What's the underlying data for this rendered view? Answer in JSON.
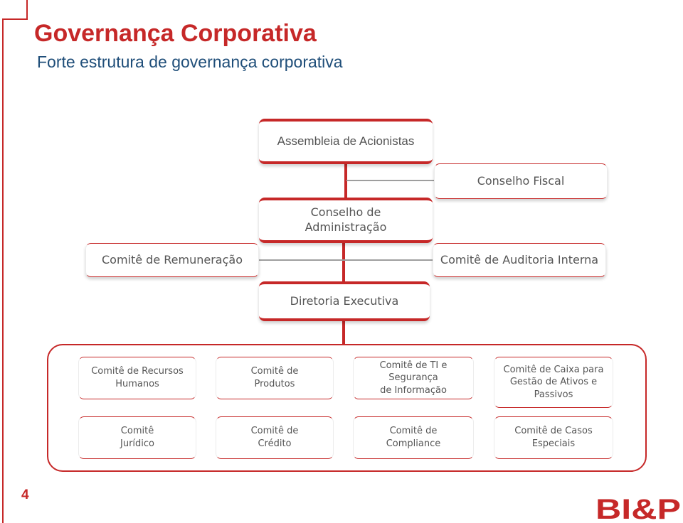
{
  "header": {
    "title": "Governança Corporativa",
    "subtitle": "Forte estrutura de governança corporativa"
  },
  "org_chart": {
    "assembleia": "Assembleia de Acionistas",
    "conselho_fiscal": "Conselho Fiscal",
    "conselho_administracao": "Conselho de\nAdministração",
    "comite_remuneracao": "Comitê de Remuneração",
    "comite_auditoria": "Comitê de Auditoria Interna",
    "diretoria": "Diretoria Executiva",
    "committees_row1": [
      "Comitê de Recursos\nHumanos",
      "Comitê de\nProdutos",
      "Comitê de TI e Segurança\nde Informação",
      "Comitê de Caixa para\nGestão de Ativos e\nPassivos"
    ],
    "committees_row2": [
      "Comitê\nJurídico",
      "Comitê de\nCrédito",
      "Comitê de\nCompliance",
      "Comitê de Casos\nEspeciais"
    ]
  },
  "footer": {
    "page_number": "4",
    "logo": "BI&P"
  },
  "colors": {
    "accent": "#c62828",
    "title": "#c62828",
    "subtitle": "#1f4e79",
    "text": "#555555"
  }
}
